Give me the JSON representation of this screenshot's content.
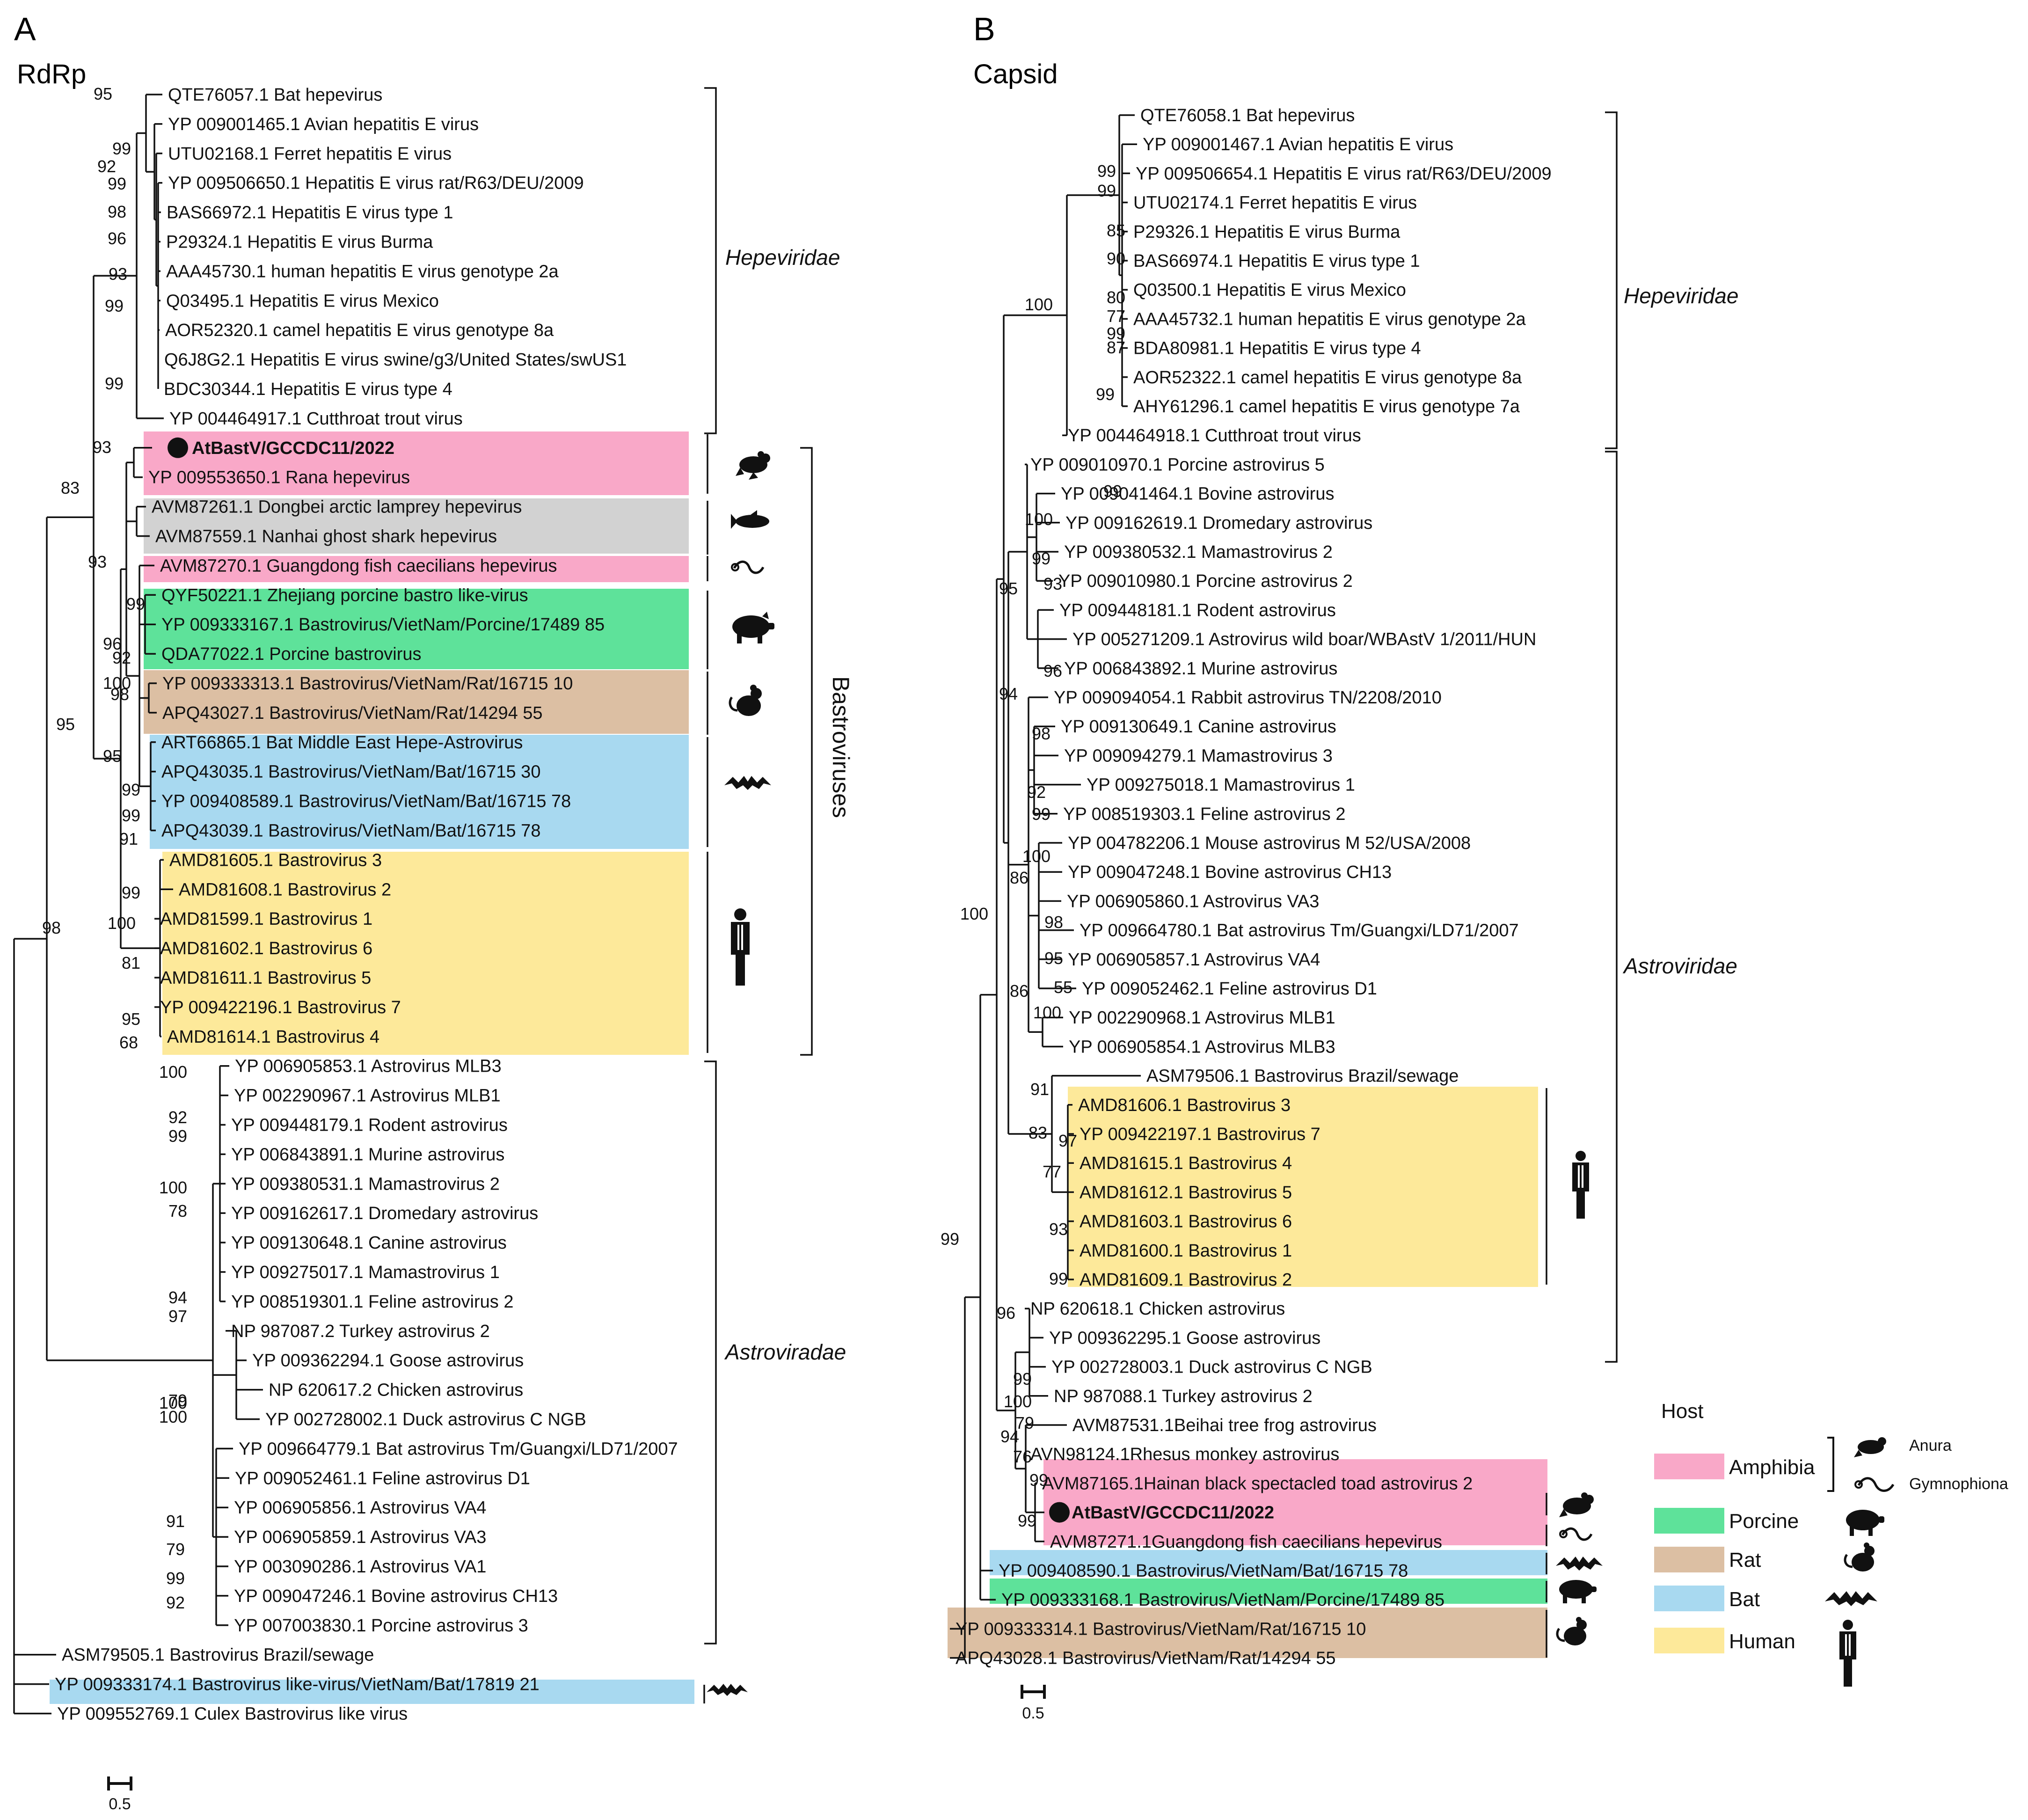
{
  "panels": [
    {
      "letter": "A",
      "title": "RdRp",
      "leaves": [
        "QTE76057.1 Bat hepevirus",
        "YP 009001465.1 Avian hepatitis E virus",
        "UTU02168.1 Ferret hepatitis E virus",
        "YP 009506650.1 Hepatitis E virus rat/R63/DEU/2009",
        "BAS66972.1 Hepatitis E virus type 1",
        "P29324.1 Hepatitis E virus Burma",
        "AAA45730.1 human hepatitis E virus genotype 2a",
        "Q03495.1 Hepatitis E virus Mexico",
        "AOR52320.1 camel hepatitis E virus genotype 8a",
        "Q6J8G2.1 Hepatitis E virus swine/g3/United States/swUS1",
        "BDC30344.1 Hepatitis E virus type 4",
        "YP 004464917.1 Cutthroat trout virus",
        "AtBastV/GCCDC11/2022",
        "YP 009553650.1 Rana hepevirus",
        "AVM87261.1 Dongbei arctic lamprey hepevirus",
        "AVM87559.1 Nanhai ghost shark hepevirus",
        "AVM87270.1 Guangdong fish caecilians hepevirus",
        "QYF50221.1 Zhejiang porcine bastro like-virus",
        "YP 009333167.1 Bastrovirus/VietNam/Porcine/17489 85",
        "QDA77022.1 Porcine bastrovirus",
        "YP 009333313.1 Bastrovirus/VietNam/Rat/16715 10",
        "APQ43027.1 Bastrovirus/VietNam/Rat/14294 55",
        "ART66865.1 Bat Middle East Hepe-Astrovirus",
        "APQ43035.1 Bastrovirus/VietNam/Bat/16715 30",
        "YP 009408589.1 Bastrovirus/VietNam/Bat/16715 78",
        "APQ43039.1 Bastrovirus/VietNam/Bat/16715 78",
        "AMD81605.1 Bastrovirus 3",
        "AMD81608.1 Bastrovirus 2",
        "AMD81599.1 Bastrovirus 1",
        "AMD81602.1 Bastrovirus 6",
        "AMD81611.1 Bastrovirus 5",
        "YP 009422196.1 Bastrovirus 7",
        "AMD81614.1 Bastrovirus 4",
        "YP 006905853.1 Astrovirus MLB3",
        "YP 002290967.1 Astrovirus MLB1",
        "YP 009448179.1 Rodent astrovirus",
        "YP 006843891.1 Murine astrovirus",
        "YP 009380531.1 Mamastrovirus 2",
        "YP 009162617.1 Dromedary astrovirus",
        "YP 009130648.1 Canine astrovirus",
        "YP 009275017.1 Mamastrovirus 1",
        "YP 008519301.1 Feline astrovirus 2",
        "NP 987087.2 Turkey astrovirus 2",
        "YP 009362294.1 Goose astrovirus",
        "NP 620617.2 Chicken astrovirus",
        "YP 002728002.1 Duck astrovirus C NGB",
        "YP 009664779.1 Bat astrovirus Tm/Guangxi/LD71/2007",
        "YP 009052461.1 Feline astrovirus D1",
        "YP 006905856.1 Astrovirus VA4",
        "YP 006905859.1 Astrovirus VA3",
        "YP 003090286.1 Astrovirus VA1",
        "YP 009047246.1 Bovine astrovirus CH13",
        "YP 007003830.1 Porcine astrovirus 3",
        "ASM79505.1 Bastrovirus Brazil/sewage",
        "YP 009333174.1 Bastrovirus like-virus/VietNam/Bat/17819 21",
        "YP 009552769.1 Culex Bastrovirus like virus"
      ],
      "bootstraps": [
        "95",
        "92",
        "99",
        "93",
        "99",
        "98",
        "96",
        "99",
        "99",
        "83",
        "93",
        "93",
        "96",
        "99",
        "92",
        "98",
        "100",
        "95",
        "99",
        "99",
        "91",
        "99",
        "100",
        "81",
        "95",
        "68",
        "98",
        "95",
        "100",
        "92",
        "99",
        "100",
        "78",
        "94",
        "97",
        "100",
        "79",
        "100",
        "91",
        "79",
        "99",
        "92"
      ],
      "clades": [
        "Hepeviridae",
        "Astroviradae"
      ],
      "side_label": "Bastroviruses",
      "scale": "0.5"
    },
    {
      "letter": "B",
      "title": "Capsid",
      "leaves": [
        "QTE76058.1 Bat hepevirus",
        "YP 009001467.1 Avian hepatitis E virus",
        "YP 009506654.1 Hepatitis E virus rat/R63/DEU/2009",
        "UTU02174.1 Ferret hepatitis E virus",
        "P29326.1 Hepatitis E virus Burma",
        "BAS66974.1 Hepatitis E virus type 1",
        "Q03500.1 Hepatitis E virus Mexico",
        "AAA45732.1 human hepatitis E virus genotype 2a",
        "BDA80981.1 Hepatitis E virus type 4",
        "AOR52322.1 camel hepatitis E virus genotype 8a",
        "AHY61296.1 camel hepatitis E virus genotype 7a",
        "YP 004464918.1 Cutthroat trout virus",
        "YP 009010970.1 Porcine astrovirus 5",
        "YP 009041464.1 Bovine astrovirus",
        "YP 009162619.1 Dromedary astrovirus",
        "YP 009380532.1 Mamastrovirus 2",
        "YP 009010980.1 Porcine astrovirus 2",
        "YP 009448181.1 Rodent astrovirus",
        "YP 005271209.1 Astrovirus wild boar/WBAstV 1/2011/HUN",
        "YP 006843892.1 Murine astrovirus",
        "YP 009094054.1 Rabbit astrovirus TN/2208/2010",
        "YP 009130649.1 Canine astrovirus",
        "YP 009094279.1 Mamastrovirus 3",
        "YP 009275018.1 Mamastrovirus 1",
        "YP 008519303.1 Feline astrovirus 2",
        "YP 004782206.1 Mouse astrovirus M 52/USA/2008",
        "YP 009047248.1 Bovine astrovirus CH13",
        "YP 006905860.1 Astrovirus VA3",
        "YP 009664780.1 Bat astrovirus Tm/Guangxi/LD71/2007",
        "YP 006905857.1 Astrovirus VA4",
        "YP 009052462.1 Feline astrovirus D1",
        "YP 002290968.1 Astrovirus MLB1",
        "YP 006905854.1 Astrovirus MLB3",
        "ASM79506.1 Bastrovirus Brazil/sewage",
        "AMD81606.1 Bastrovirus 3",
        "YP 009422197.1 Bastrovirus 7",
        "AMD81615.1 Bastrovirus 4",
        "AMD81612.1 Bastrovirus 5",
        "AMD81603.1 Bastrovirus 6",
        "AMD81600.1 Bastrovirus 1",
        "AMD81609.1 Bastrovirus 2",
        "NP 620618.1 Chicken astrovirus",
        "YP 009362295.1 Goose astrovirus",
        "YP 002728003.1 Duck astrovirus C NGB",
        "NP 987088.1 Turkey astrovirus 2",
        "AVM87531.1Beihai tree frog astrovirus",
        "AVN98124.1Rhesus monkey astrovirus",
        "AVM87165.1Hainan black spectacled toad astrovirus 2",
        "AtBastV/GCCDC11/2022",
        "AVM87271.1Guangdong fish caecilians hepevirus",
        "YP 009408590.1 Bastrovirus/VietNam/Bat/16715 78",
        "YP 009333168.1 Bastrovirus/VietNam/Porcine/17489 85",
        "YP 009333314.1 Bastrovirus/VietNam/Rat/16715 10",
        "APQ43028.1 Bastrovirus/VietNam/Rat/14294 55"
      ],
      "bootstraps": [
        "99",
        "99",
        "85",
        "90",
        "80",
        "77",
        "99",
        "87",
        "99",
        "100",
        "100",
        "99",
        "99",
        "95",
        "93",
        "96",
        "94",
        "98",
        "92",
        "99",
        "99",
        "100",
        "86",
        "98",
        "95",
        "86",
        "55",
        "100",
        "91",
        "83",
        "97",
        "77",
        "93",
        "99",
        "96",
        "99",
        "100",
        "79",
        "94",
        "76",
        "99",
        "99",
        "99",
        "100"
      ],
      "clades": [
        "Hepeviridae",
        "Astroviridae"
      ],
      "scale": "0.5"
    }
  ],
  "legend": {
    "title": "Host",
    "items": [
      {
        "label": "Amphibia",
        "color": "#f9a8c8"
      },
      {
        "label": "Porcine",
        "color": "#5ee29a"
      },
      {
        "label": "Rat",
        "color": "#dcbfa3"
      },
      {
        "label": "Bat",
        "color": "#a8d9f0"
      },
      {
        "label": "Human",
        "color": "#fde99a"
      }
    ],
    "sub_labels": [
      "Anura",
      "Gymnophiona"
    ]
  },
  "host_colors": {
    "amphibia": "#f9a8c8",
    "fish": "#d2d2d2",
    "porcine": "#5ee29a",
    "rat": "#dcbfa3",
    "bat": "#a8d9f0",
    "human": "#fde99a"
  },
  "icons": [
    "frog-icon",
    "fish-icon",
    "caecilian-icon",
    "pig-icon",
    "rat-icon",
    "bat-icon",
    "human-icon"
  ]
}
